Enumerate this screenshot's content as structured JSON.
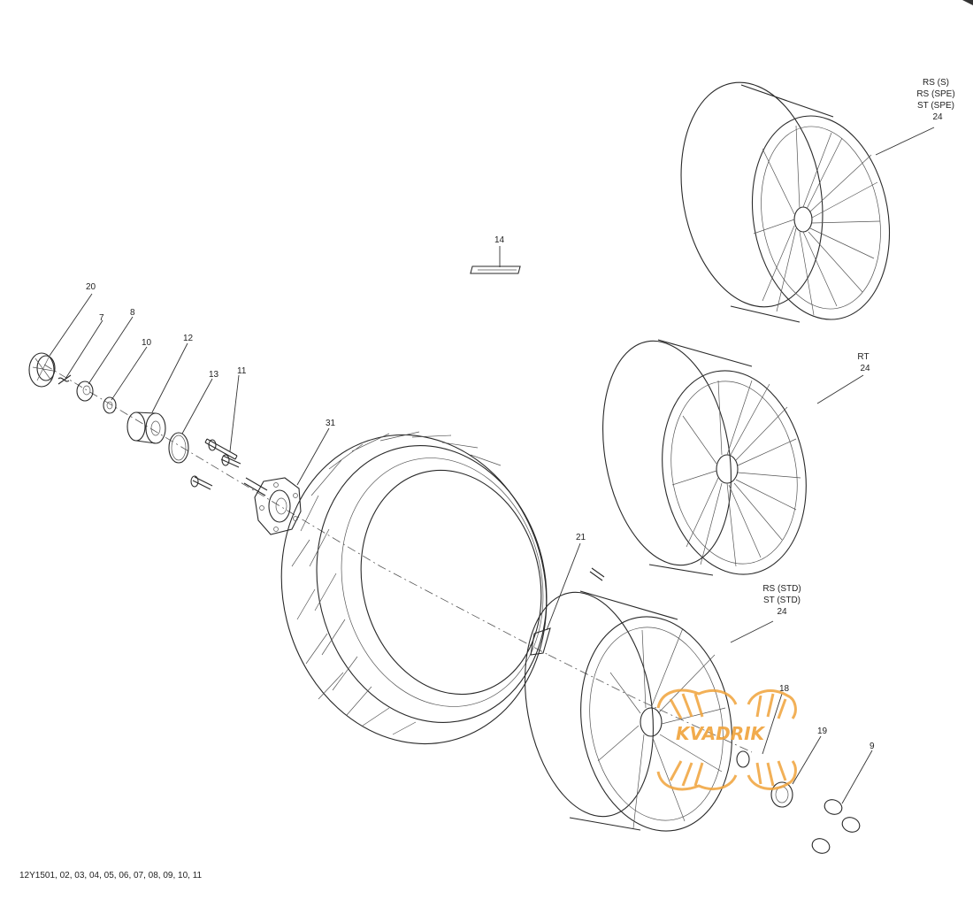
{
  "callouts": {
    "c20": "20",
    "c7": "7",
    "c8": "8",
    "c10": "10",
    "c12": "12",
    "c13": "13",
    "c11": "11",
    "c31": "31",
    "c14": "14",
    "c21": "21",
    "c18": "18",
    "c19": "19",
    "c9": "9"
  },
  "wheel_top": {
    "line1": "RS (S)",
    "line2": "RS (SPE)",
    "line3": "ST (SPE)",
    "line4": "24"
  },
  "wheel_mid": {
    "line1": "RT",
    "line2": "24"
  },
  "wheel_low": {
    "line1": "RS (STD)",
    "line2": "ST (STD)",
    "line3": "24"
  },
  "diagram_code": "12Y1501, 02, 03, 04, 05, 06, 07, 08, 09, 10, 11",
  "watermark": {
    "brand": "KVADRIK",
    "colors": {
      "accent": "#f0a23a"
    }
  }
}
